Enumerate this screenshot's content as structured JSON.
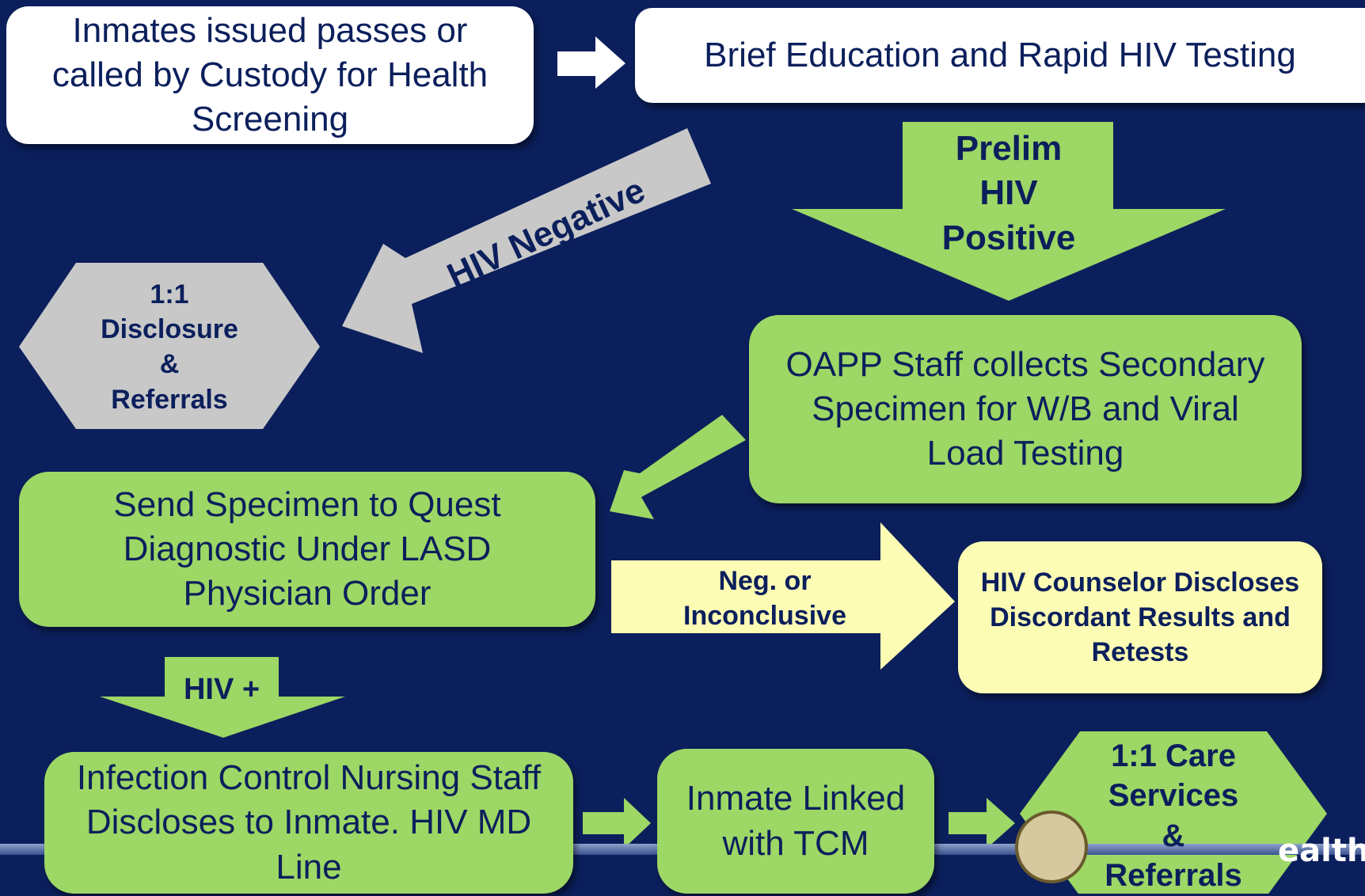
{
  "diagram": {
    "start": "Inmates issued passes or called by Custody for Health Screening",
    "education": "Brief Education and Rapid HIV Testing",
    "prelim_positive": "Prelim\nHIV\nPositive",
    "hiv_negative": "HIV Negative",
    "disclosure_referrals": "1:1\nDisclosure\n&\nReferrals",
    "oapp": "OAPP Staff collects Secondary Specimen for W/B and Viral Load Testing",
    "quest": "Send Specimen to Quest Diagnostic Under LASD Physician Order",
    "neg_inconclusive": "Neg. or\nInconclusive",
    "counselor": "HIV Counselor Discloses Discordant Results and Retests",
    "hiv_plus": "HIV +",
    "nursing": "Infection Control Nursing Staff Discloses to Inmate. HIV MD Line",
    "tcm": "Inmate Linked with TCM",
    "care_services": "1:1 Care\nServices\n&\nReferrals"
  },
  "logo": {
    "partial_text": "ealth"
  },
  "colors": {
    "background": "#0b1f5c",
    "green": "#9dd765",
    "yellow": "#fdfcb4",
    "gray": "#c8c8c8",
    "white": "#ffffff",
    "text": "#0b1f5c"
  }
}
